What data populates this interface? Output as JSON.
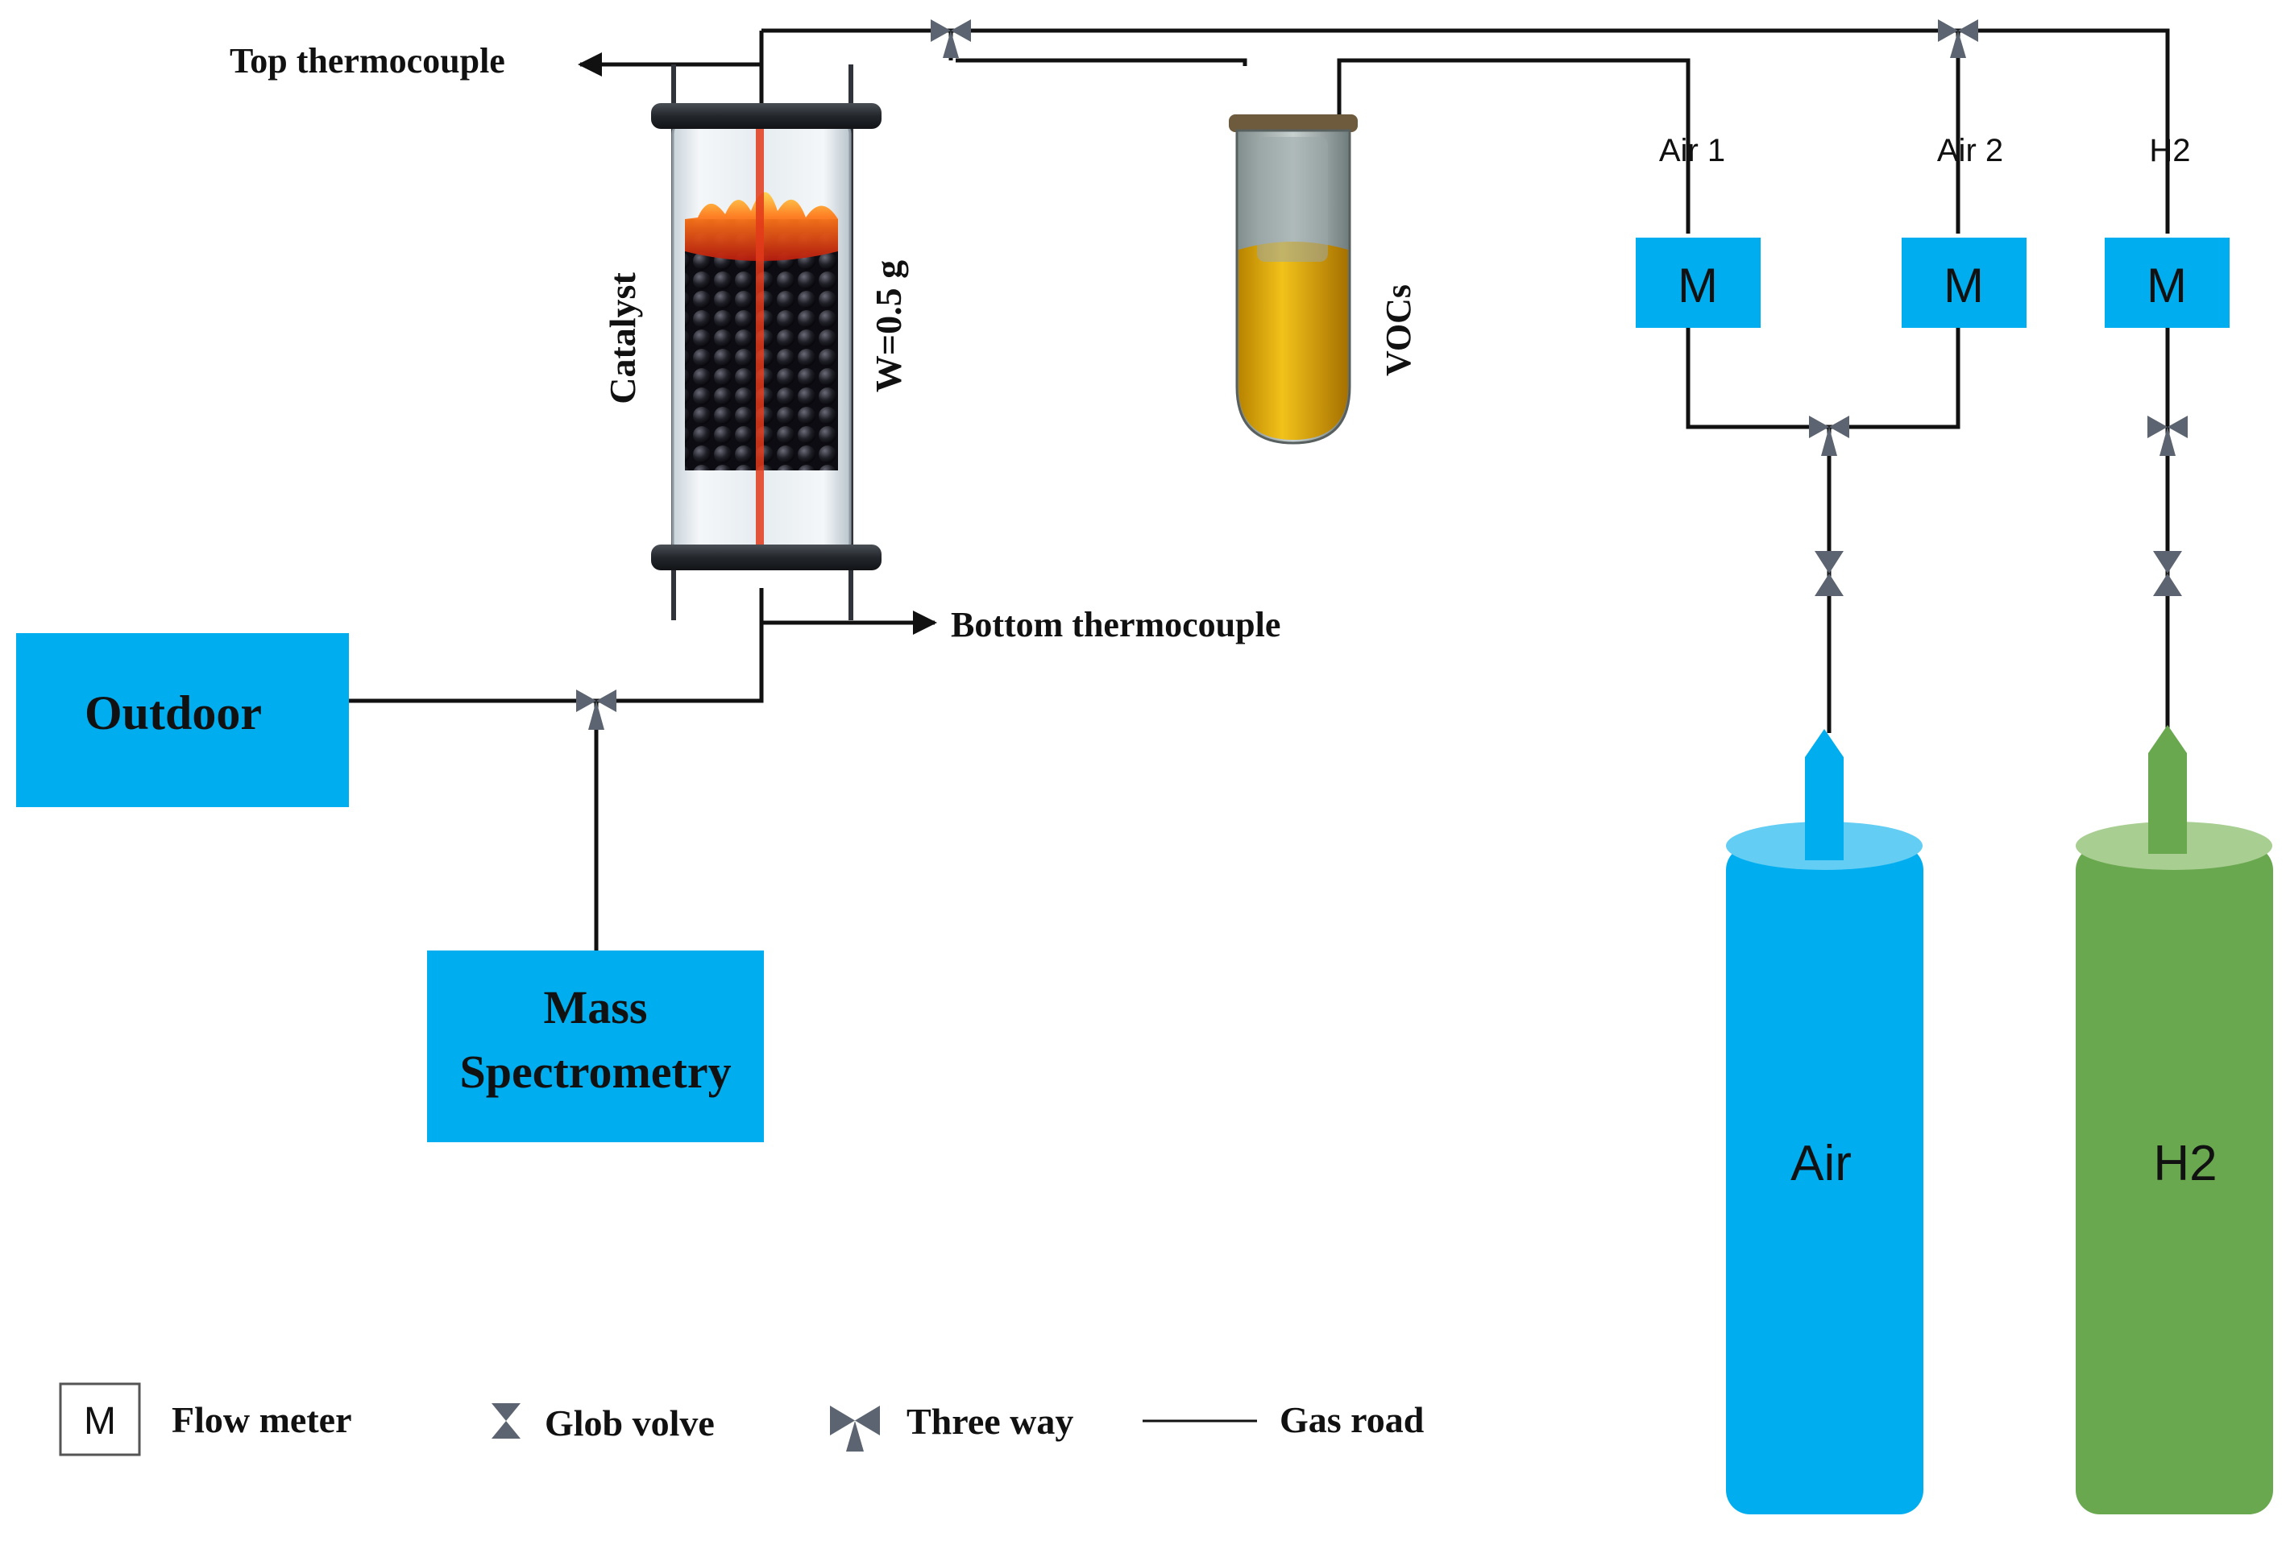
{
  "labels": {
    "top_thermocouple": "Top thermocouple",
    "bottom_thermocouple": "Bottom thermocouple",
    "catalyst": "Catalyst",
    "weight": "W=0.5 g",
    "vocs": "VOCs",
    "outdoor": "Outdoor",
    "mass_spec_line1": "Mass",
    "mass_spec_line2": "Spectrometry",
    "air1": "Air 1",
    "air2": "Air 2",
    "h2_line": "H2",
    "flow_meter_symbol": "M",
    "air_cylinder": "Air",
    "h2_cylinder": "H2"
  },
  "legend": {
    "flow_meter_symbol": "M",
    "flow_meter": "Flow meter",
    "glob_valve": "Glob volve",
    "three_way": "Three way",
    "gas_road": "Gas road"
  },
  "colors": {
    "box_blue": "#00aeef",
    "air_cylinder": "#00aeef",
    "h2_cylinder": "#6aa84f",
    "valve_gray": "#5b6470",
    "pipe": "#111111",
    "flame": "#e84b17",
    "catalyst_bead": "#1c1c22",
    "vocs_liquid": "#d9a400"
  },
  "icons": [
    "flow-meter-icon",
    "glob-valve-icon",
    "three-way-valve-icon",
    "gas-cylinder-icon",
    "reactor-icon",
    "vial-icon"
  ]
}
